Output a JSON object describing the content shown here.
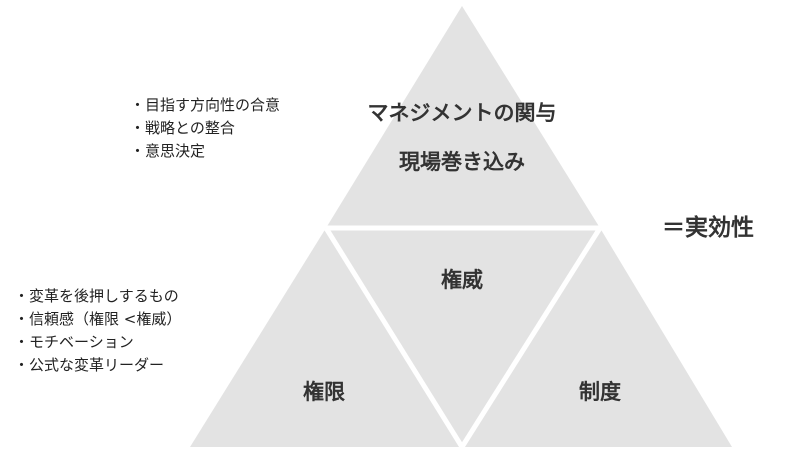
{
  "diagram": {
    "notes_top": [
      "・目指す方向性の合意",
      "・戦略との整合",
      "・意思決定"
    ],
    "notes_bottom": [
      "・変革を後押しするもの",
      "・信頼感（権限 <権威）",
      "・モチベーション",
      "・公式な変革リーダー"
    ],
    "top_triangle": {
      "line1": "マネジメントの関与",
      "line2": "現場巻き込み"
    },
    "center_triangle": "権威",
    "left_triangle": "権限",
    "right_triangle": "制度",
    "result": "＝実効性",
    "colors": {
      "triangle_fill": "#e3e3e3",
      "separator": "#ffffff",
      "text": "#333333"
    }
  }
}
